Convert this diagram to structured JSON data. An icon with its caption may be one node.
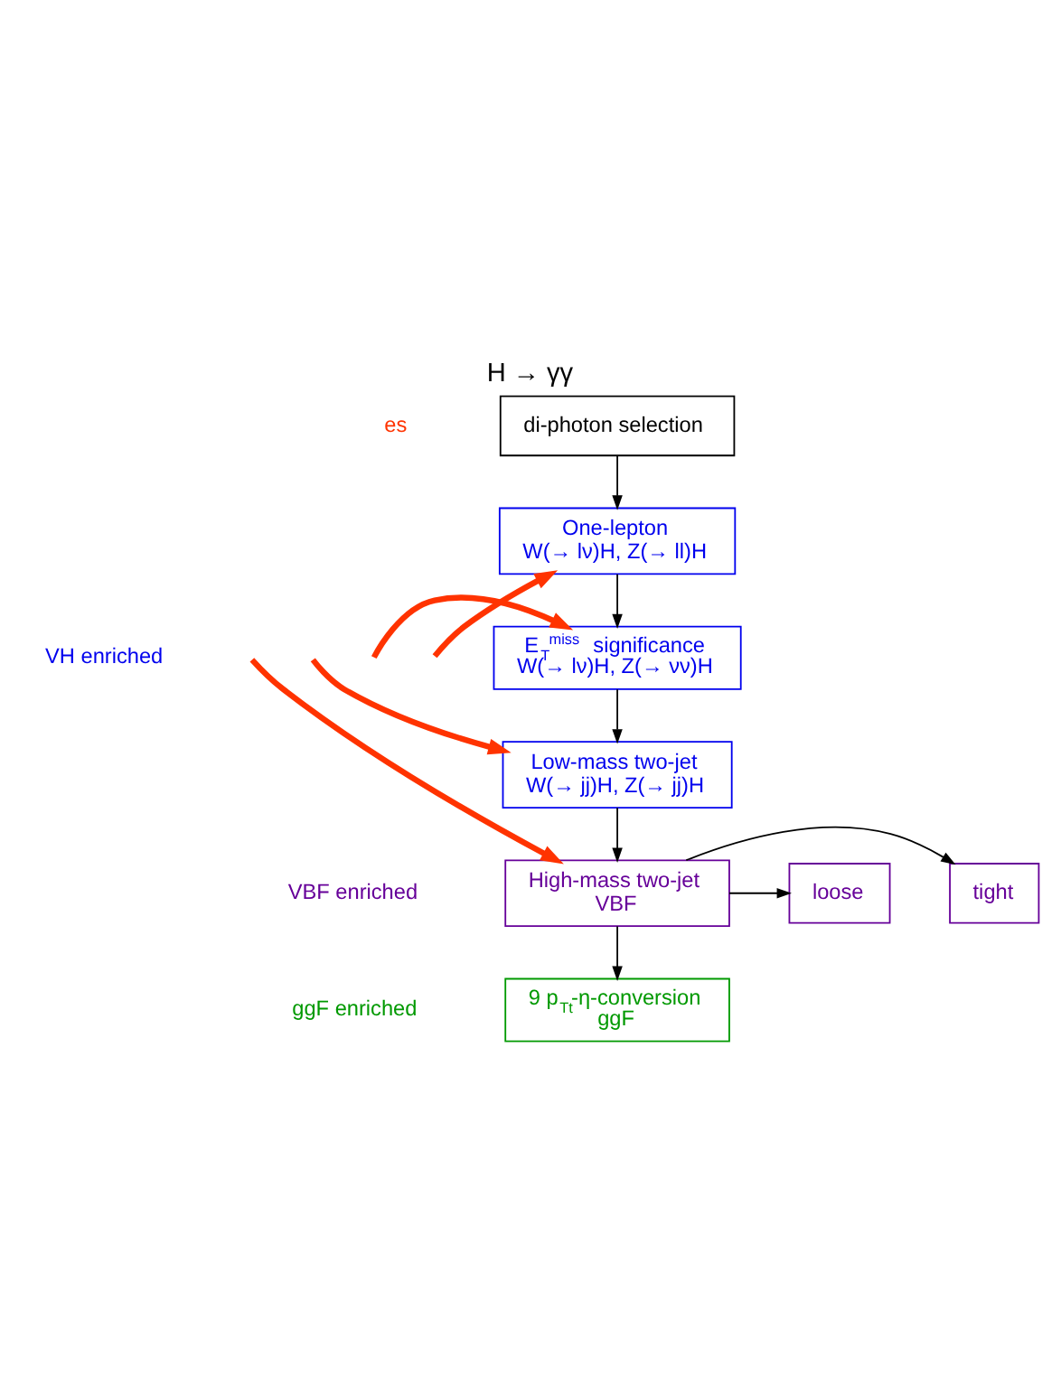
{
  "diagram": {
    "title": "H → γγ",
    "nodes": [
      {
        "text": [
          "di-photon selection"
        ]
      },
      {
        "text": [
          "One-lepton",
          "W(→ lν)H, Z(→ ll)H"
        ]
      },
      {
        "text": [
          "E$_{T}$$^{miss}$ significance",
          "W(→ lν)H, Z(→ νν)H"
        ]
      },
      {
        "text": [
          "Low-mass two-jet",
          "W(→ jj)H, Z(→ jj)H"
        ]
      },
      {
        "text": [
          "High-mass two-jet",
          "VBF"
        ]
      },
      {
        "text": [
          "tight"
        ]
      },
      {
        "text": [
          "loose"
        ]
      },
      {
        "text": [
          "9 p$_{Tt}$-η-conversion",
          "ggF"
        ]
      }
    ],
    "edges": [
      {
        "from": 0,
        "to": 1,
        "arrow": "to"
      },
      {
        "from": 1,
        "to": 2,
        "arrow": "to"
      },
      {
        "from": 2,
        "to": 3,
        "arrow": "to"
      },
      {
        "from": 3,
        "to": 4,
        "arrow": "to"
      },
      {
        "from": 4,
        "to": 5,
        "arrow": "to"
      },
      {
        "from": 4,
        "to": 6,
        "arrow": "to"
      },
      {
        "from": 4,
        "to": 7,
        "arrow": "to"
      },
      {
        "from": null,
        "to": 1,
        "arrow": "to",
        "style": "thick",
        "color": "#ff3300"
      },
      {
        "from": null,
        "to": 2,
        "arrow": "to",
        "style": "thick",
        "color": "#ff3300"
      },
      {
        "from": null,
        "to": 3,
        "arrow": "to",
        "style": "thick",
        "color": "#ff3300"
      },
      {
        "from": null,
        "to": 4,
        "arrow": "to",
        "style": "thick",
        "color": "#ff3300"
      }
    ],
    "labels": [
      "es",
      "VH enriched",
      "VBF enriched",
      "ggF enriched"
    ]
  }
}
